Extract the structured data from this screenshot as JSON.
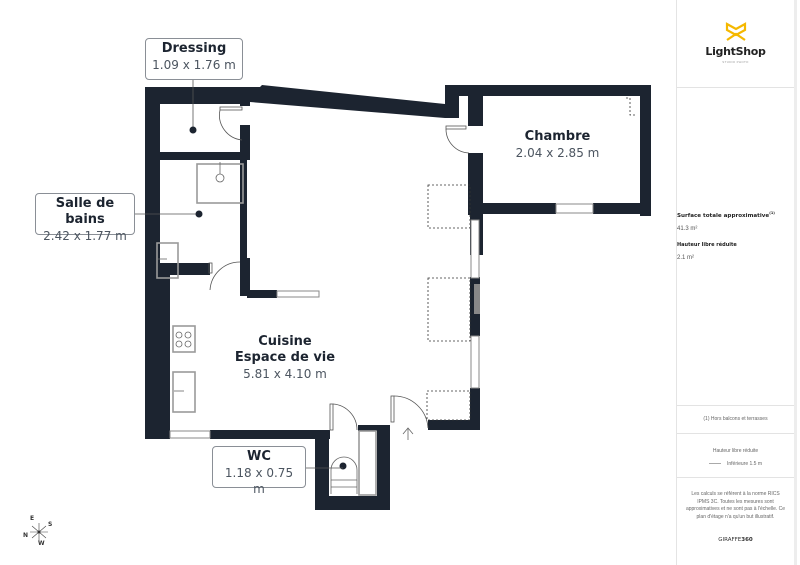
{
  "rooms": {
    "dressing": {
      "name": "Dressing",
      "dims": "1.09 x 1.76 m"
    },
    "salle_de_bains": {
      "name": "Salle de bains",
      "dims": "2.42 x 1.77 m"
    },
    "chambre": {
      "name": "Chambre",
      "dims": "2.04 x 2.85 m"
    },
    "cuisine": {
      "name_line1": "Cuisine",
      "name_line2": "Espace de vie",
      "dims": "5.81 x 4.10 m"
    },
    "wc": {
      "name": "WC",
      "dims": "1.18 x 0.75 m"
    }
  },
  "compass": {
    "n": "N",
    "e": "E",
    "s": "S",
    "w": "W"
  },
  "sidebar": {
    "logo": {
      "name": "LightShop",
      "tagline": "STUDIO PHOTO",
      "accent": "#f5b800"
    },
    "area_title": "Surface totale approximative",
    "area_footnote": "(1)",
    "area_value": "41.3 m²",
    "height_title": "Hauteur libre réduite",
    "height_value": "2.1 m²",
    "note": "(1) Hors balcons et terrasses",
    "legend_title": "Hauteur libre réduite",
    "legend_item": "Inférieure 1.5 m",
    "disclaimer": "Les calculs se réfèrent à la norme RICS IPMS 3C. Toutes les mesures sont approximatives et ne sont pas à l'échelle. Ce plan d'étage n'a qu'un but illustratif.",
    "brand_prefix": "GIRAFFE",
    "brand_suffix": "360"
  },
  "colors": {
    "wall": "#1c2430",
    "fixture": "#9a9a9a",
    "label_border": "#8a8f96"
  }
}
